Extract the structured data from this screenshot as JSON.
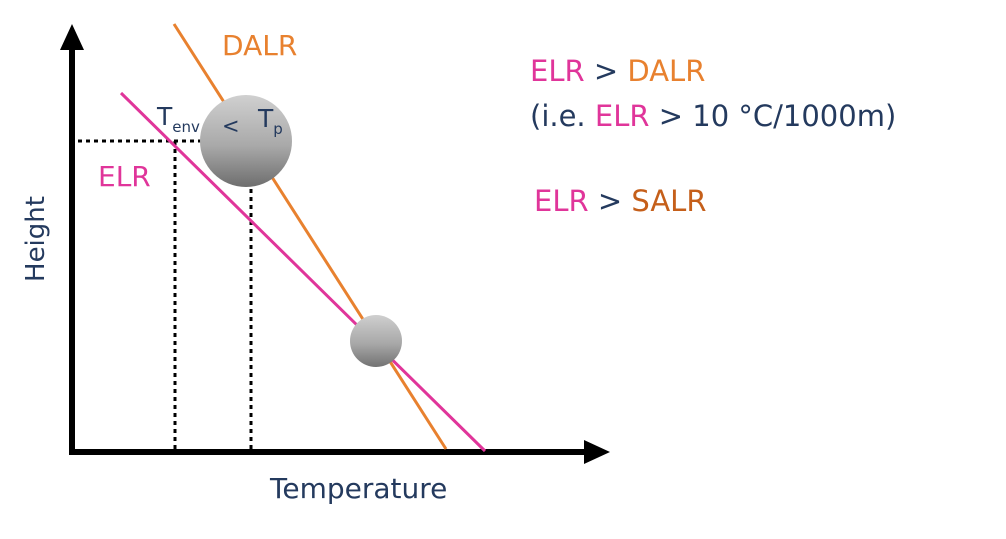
{
  "axes": {
    "x_label": "Temperature",
    "y_label": "Height"
  },
  "lines": {
    "dalr_label": "DALR",
    "elr_label": "ELR"
  },
  "parcel_labels": {
    "t_env_main": "T",
    "t_env_sub": "env",
    "less_than": "<",
    "t_p_main": "T",
    "t_p_sub": "p"
  },
  "conditions": {
    "line1": {
      "elr": "ELR",
      "op": ">",
      "dalr": "DALR"
    },
    "line2": {
      "open": "(i.e. ",
      "elr": "ELR",
      "op": ">",
      "value": "10 °C/1000m)"
    },
    "line3": {
      "elr": "ELR",
      "op": ">",
      "salr": "SALR"
    }
  },
  "colors": {
    "elr": "#e0359a",
    "dalr": "#e8812f",
    "salr": "#c55f1a",
    "text": "#243a5e",
    "axis": "#000000"
  }
}
